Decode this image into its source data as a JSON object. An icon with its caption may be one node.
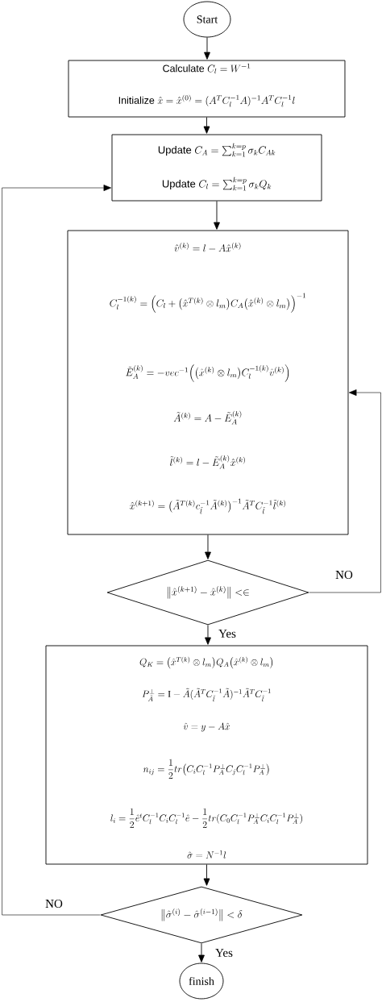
{
  "diagram": {
    "nodes": [
      {
        "text": [
          "Start"
        ]
      },
      {
        "text": [
          "\\textsf{Calculate } C_l = W^{-1}",
          "\\textsf{Initialize } \\hat{x} = \\hat{x}^{(0)} = (A^T C_l^{-1} A)^{-1} A^T C_l^{-1} l"
        ]
      },
      {
        "text": [
          "\\textsf{Update } C_A = \\sum_{k=1}^{k=p} \\sigma_k C_{Ak}",
          "\\textsf{Update } C_l = \\sum_{k=1}^{k=p} \\sigma_k Q_k"
        ]
      },
      {
        "text": [
          "\\hat{v}^{(k)} = l - A\\hat{x}^{(k)}",
          "C_l^{-1(k)} = \\Bigl(C_l + \\bigl(\\hat{x}^{T(k)} \\otimes l_m\\bigr) C_A \\bigl(\\hat{x}^{(k)} \\otimes l_m\\bigr)\\Bigr)^{-1}",
          "\\tilde{E}_A^{(k)} = -vec^{-1}\\Bigl(\\bigl(\\hat{x}^{(k)} \\otimes l_m\\bigr) C_l^{-1(k)} \\hat{v}^{(k)}\\Bigr)",
          "\\tilde{A}^{(k)} = A - \\tilde{E}_A^{(k)}",
          "\\tilde{l}^{(k)} = l - \\tilde{E}_A^{(k)} \\hat{x}^{(k)}",
          "\\hat{x}^{(k+1)} = \\bigl(\\tilde{A}^{T(k)} c_{\\tilde{l}}^{-1} \\tilde{A}^{(k)}\\bigr)^{-1} \\tilde{A}^T C_{\\tilde{l}}^{-1} \\tilde{l}^{(k)}"
        ]
      },
      {
        "text": [
          "\\bigl\\| \\hat{x}^{(k+1)} - \\hat{x}^{(k)} \\bigr\\| < \\in"
        ]
      },
      {
        "text": [
          "Q_K = \\bigl(\\hat{x}^{T(k)} \\otimes l_m\\bigr) Q_A \\bigl(\\hat{x}^{(k)} \\otimes l_m\\bigr)",
          "P_{\\tilde{A}}^{\\perp} = \\mathrm{I} - \\tilde{A}(\\tilde{A}^T C_{\\tilde{l}}^{-1} \\tilde{A})^{-1} \\tilde{A}^T C_{\\tilde{l}}^{-1}",
          "\\hat{v} = y - A\\hat{x}",
          "n_{ij} = \\dfrac{1}{2} tr\\bigl(C_i C_l^{-1} P_A^{\\perp} C_j C_l^{-1} P_A^{\\perp}\\bigr)",
          "l_i = \\dfrac{1}{2}\\hat{e}^t C_l^{-1} C_i C_l^{-1}\\hat{e} - \\dfrac{1}{2} tr(C_0 C_l^{-1} P_A^{\\perp} C_i C_l^{-1} P_A^{\\perp})",
          "\\hat{\\sigma} = N^{-1} l"
        ]
      },
      {
        "text": [
          "\\bigl\\| \\hat{\\sigma}^{(i)} - \\hat{\\sigma}^{(i-1)} \\bigr\\| < \\delta"
        ]
      },
      {
        "text": [
          "finish"
        ]
      }
    ],
    "edges": [
      {
        "from": 0,
        "to": 1,
        "arrow": "to"
      },
      {
        "from": 1,
        "to": 2,
        "arrow": "to"
      },
      {
        "from": 2,
        "to": 3,
        "arrow": "to"
      },
      {
        "from": 3,
        "to": 4,
        "arrow": "to"
      },
      {
        "from": 4,
        "to": 3,
        "arrow": "to",
        "label": "NO"
      },
      {
        "from": 4,
        "to": 5,
        "arrow": "to",
        "label": "Yes"
      },
      {
        "from": 5,
        "to": 6,
        "arrow": "to"
      },
      {
        "from": 6,
        "to": 2,
        "arrow": "to",
        "label": "NO"
      },
      {
        "from": 6,
        "to": 7,
        "arrow": "to",
        "label": "Yes"
      }
    ]
  }
}
